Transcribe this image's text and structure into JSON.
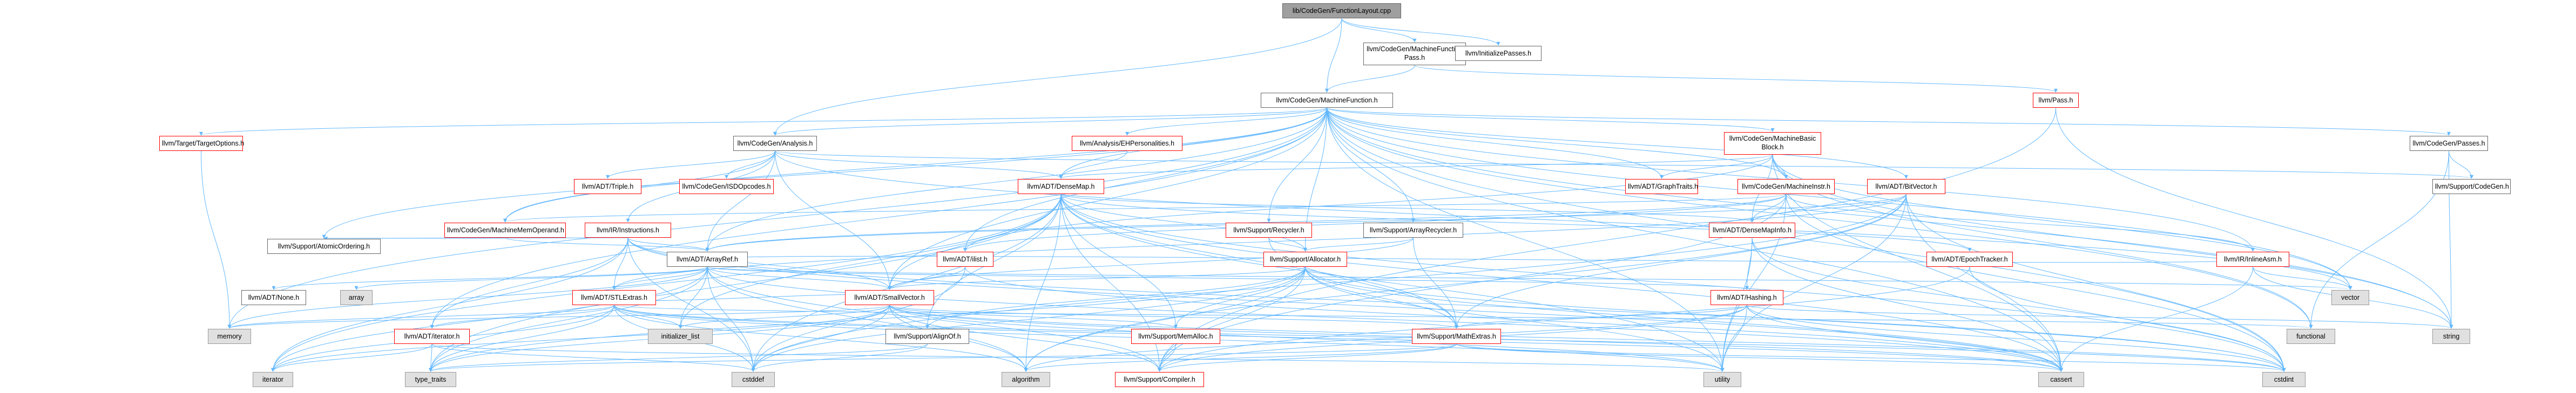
{
  "diagram": {
    "type": "include-dependency-graph",
    "colors": {
      "edge": "#63b8ff",
      "edge_gray": "#bbbbbb",
      "root_fill": "#9f9f9f",
      "red_border": "#ff0000",
      "gray_node_fill": "#e0e0e0"
    },
    "nodes": [
      {
        "id": "n0",
        "label": "lib/CodeGen/FunctionLayout.cpp",
        "style": "root"
      },
      {
        "id": "n1",
        "label": "llvm/CodeGen/MachineFunction Pass.h",
        "style": "plain"
      },
      {
        "id": "n2",
        "label": "llvm/InitializePasses.h",
        "style": "plain"
      },
      {
        "id": "n3",
        "label": "llvm/CodeGen/MachineFunction.h",
        "style": "plain"
      },
      {
        "id": "n4",
        "label": "llvm/Pass.h",
        "style": "red"
      },
      {
        "id": "n5",
        "label": "llvm/Target/TargetOptions.h",
        "style": "red"
      },
      {
        "id": "n6",
        "label": "llvm/CodeGen/Analysis.h",
        "style": "plain"
      },
      {
        "id": "n7",
        "label": "llvm/Analysis/EHPersonalities.h",
        "style": "red"
      },
      {
        "id": "n8",
        "label": "llvm/CodeGen/MachineBasic Block.h",
        "style": "red"
      },
      {
        "id": "n9",
        "label": "llvm/CodeGen/Passes.h",
        "style": "plain"
      },
      {
        "id": "n10",
        "label": "llvm/ADT/Triple.h",
        "style": "red"
      },
      {
        "id": "n11",
        "label": "llvm/CodeGen/ISDOpcodes.h",
        "style": "red"
      },
      {
        "id": "n12",
        "label": "llvm/ADT/DenseMap.h",
        "style": "red"
      },
      {
        "id": "n13",
        "label": "llvm/ADT/GraphTraits.h",
        "style": "red"
      },
      {
        "id": "n14",
        "label": "llvm/CodeGen/MachineInstr.h",
        "style": "red"
      },
      {
        "id": "n15",
        "label": "llvm/ADT/BitVector.h",
        "style": "red"
      },
      {
        "id": "n16",
        "label": "llvm/Support/CodeGen.h",
        "style": "plain"
      },
      {
        "id": "n17",
        "label": "llvm/CodeGen/MachineMemOperand.h",
        "style": "red"
      },
      {
        "id": "n18",
        "label": "llvm/IR/Instructions.h",
        "style": "red"
      },
      {
        "id": "n19",
        "label": "llvm/Support/Recycler.h",
        "style": "red"
      },
      {
        "id": "n20",
        "label": "llvm/Support/ArrayRecycler.h",
        "style": "plain"
      },
      {
        "id": "n21",
        "label": "llvm/ADT/DenseMapInfo.h",
        "style": "red"
      },
      {
        "id": "n22",
        "label": "llvm/Support/AtomicOrdering.h",
        "style": "plain"
      },
      {
        "id": "n23",
        "label": "llvm/ADT/ArrayRef.h",
        "style": "plain"
      },
      {
        "id": "n24",
        "label": "llvm/ADT/ilist.h",
        "style": "red"
      },
      {
        "id": "n25",
        "label": "llvm/Support/Allocator.h",
        "style": "red"
      },
      {
        "id": "n26",
        "label": "llvm/ADT/EpochTracker.h",
        "style": "red"
      },
      {
        "id": "n27",
        "label": "llvm/IR/InlineAsm.h",
        "style": "red"
      },
      {
        "id": "n28",
        "label": "llvm/ADT/None.h",
        "style": "plain"
      },
      {
        "id": "n29",
        "label": "array",
        "style": "gray"
      },
      {
        "id": "n30",
        "label": "llvm/ADT/STLExtras.h",
        "style": "red"
      },
      {
        "id": "n31",
        "label": "llvm/ADT/SmallVector.h",
        "style": "red"
      },
      {
        "id": "n32",
        "label": "llvm/ADT/Hashing.h",
        "style": "red"
      },
      {
        "id": "n33",
        "label": "vector",
        "style": "gray"
      },
      {
        "id": "n34",
        "label": "memory",
        "style": "gray"
      },
      {
        "id": "n35",
        "label": "initializer_list",
        "style": "gray"
      },
      {
        "id": "n36",
        "label": "llvm/Support/AlignOf.h",
        "style": "plain"
      },
      {
        "id": "n37",
        "label": "llvm/Support/MemAlloc.h",
        "style": "red"
      },
      {
        "id": "n38",
        "label": "llvm/Support/MathExtras.h",
        "style": "red"
      },
      {
        "id": "n39",
        "label": "functional",
        "style": "gray"
      },
      {
        "id": "n40",
        "label": "string",
        "style": "gray"
      },
      {
        "id": "n41",
        "label": "llvm/ADT/iterator.h",
        "style": "red"
      },
      {
        "id": "n42",
        "label": "iterator",
        "style": "gray"
      },
      {
        "id": "n43",
        "label": "type_traits",
        "style": "gray"
      },
      {
        "id": "n44",
        "label": "cstddef",
        "style": "gray"
      },
      {
        "id": "n45",
        "label": "algorithm",
        "style": "gray"
      },
      {
        "id": "n46",
        "label": "llvm/Support/Compiler.h",
        "style": "red"
      },
      {
        "id": "n47",
        "label": "utility",
        "style": "gray"
      },
      {
        "id": "n48",
        "label": "cassert",
        "style": "gray"
      },
      {
        "id": "n49",
        "label": "cstdint",
        "style": "gray"
      }
    ],
    "edges": [
      [
        "n0",
        "n1"
      ],
      [
        "n0",
        "n2"
      ],
      [
        "n0",
        "n3"
      ],
      [
        "n0",
        "n6"
      ],
      [
        "n1",
        "n3"
      ],
      [
        "n1",
        "n4"
      ],
      [
        "n3",
        "n5"
      ],
      [
        "n3",
        "n6"
      ],
      [
        "n3",
        "n7"
      ],
      [
        "n3",
        "n8"
      ],
      [
        "n3",
        "n9"
      ],
      [
        "n3",
        "n12"
      ],
      [
        "n3",
        "n13"
      ],
      [
        "n3",
        "n14"
      ],
      [
        "n3",
        "n15"
      ],
      [
        "n3",
        "n17"
      ],
      [
        "n3",
        "n19"
      ],
      [
        "n3",
        "n20"
      ],
      [
        "n3",
        "n22"
      ],
      [
        "n3",
        "n23"
      ],
      [
        "n3",
        "n24"
      ],
      [
        "n3",
        "n25"
      ],
      [
        "n3",
        "n31"
      ],
      [
        "n3",
        "n34"
      ],
      [
        "n3",
        "n33"
      ],
      [
        "n3",
        "n47"
      ],
      [
        "n3",
        "n48"
      ],
      [
        "n3",
        "n49"
      ],
      [
        "n3",
        "n27"
      ],
      [
        "n3",
        "n39"
      ],
      [
        "n3",
        "n40"
      ],
      [
        "n3",
        "n41"
      ],
      [
        "n4",
        "n46"
      ],
      [
        "n4",
        "n40"
      ],
      [
        "n5",
        "n34"
      ],
      [
        "n6",
        "n10"
      ],
      [
        "n6",
        "n11"
      ],
      [
        "n6",
        "n12"
      ],
      [
        "n6",
        "n16"
      ],
      [
        "n6",
        "n18"
      ],
      [
        "n6",
        "n23"
      ],
      [
        "n6",
        "n31"
      ],
      [
        "n6",
        "n33"
      ],
      [
        "n6",
        "n17"
      ],
      [
        "n7",
        "n12"
      ],
      [
        "n8",
        "n13"
      ],
      [
        "n8",
        "n14"
      ],
      [
        "n8",
        "n24"
      ],
      [
        "n8",
        "n12"
      ],
      [
        "n8",
        "n21"
      ],
      [
        "n8",
        "n39"
      ],
      [
        "n8",
        "n40"
      ],
      [
        "n8",
        "n33"
      ],
      [
        "n8",
        "n48"
      ],
      [
        "n9",
        "n16"
      ],
      [
        "n9",
        "n39"
      ],
      [
        "n9",
        "n40"
      ],
      [
        "n12",
        "n21"
      ],
      [
        "n12",
        "n26"
      ],
      [
        "n12",
        "n25"
      ],
      [
        "n12",
        "n31"
      ],
      [
        "n12",
        "n38"
      ],
      [
        "n12",
        "n37"
      ],
      [
        "n12",
        "n36"
      ],
      [
        "n12",
        "n45"
      ],
      [
        "n12",
        "n47"
      ],
      [
        "n12",
        "n35"
      ],
      [
        "n12",
        "n42"
      ],
      [
        "n12",
        "n43"
      ],
      [
        "n12",
        "n44"
      ],
      [
        "n12",
        "n48"
      ],
      [
        "n12",
        "n49"
      ],
      [
        "n12",
        "n46"
      ],
      [
        "n14",
        "n21"
      ],
      [
        "n14",
        "n23"
      ],
      [
        "n14",
        "n24"
      ],
      [
        "n14",
        "n27"
      ],
      [
        "n14",
        "n17"
      ],
      [
        "n14",
        "n47"
      ],
      [
        "n14",
        "n49"
      ],
      [
        "n14",
        "n46"
      ],
      [
        "n15",
        "n21"
      ],
      [
        "n15",
        "n23"
      ],
      [
        "n15",
        "n30"
      ],
      [
        "n15",
        "n38"
      ],
      [
        "n15",
        "n45"
      ],
      [
        "n15",
        "n48"
      ],
      [
        "n15",
        "n49"
      ],
      [
        "n15",
        "n47"
      ],
      [
        "n15",
        "n44"
      ],
      [
        "n17",
        "n22"
      ],
      [
        "n17",
        "n23"
      ],
      [
        "n18",
        "n23"
      ],
      [
        "n18",
        "n22"
      ],
      [
        "n18",
        "n30"
      ],
      [
        "n18",
        "n41"
      ],
      [
        "n18",
        "n31"
      ],
      [
        "n18",
        "n44"
      ],
      [
        "n18",
        "n42"
      ],
      [
        "n18",
        "n49"
      ],
      [
        "n18",
        "n48"
      ],
      [
        "n19",
        "n25"
      ],
      [
        "n19",
        "n38"
      ],
      [
        "n20",
        "n25"
      ],
      [
        "n20",
        "n31"
      ],
      [
        "n20",
        "n38"
      ],
      [
        "n21",
        "n32"
      ],
      [
        "n21",
        "n47"
      ],
      [
        "n21",
        "n48"
      ],
      [
        "n21",
        "n49"
      ],
      [
        "n23",
        "n28"
      ],
      [
        "n23",
        "n29"
      ],
      [
        "n23",
        "n30"
      ],
      [
        "n23",
        "n31"
      ],
      [
        "n23",
        "n32"
      ],
      [
        "n23",
        "n34"
      ],
      [
        "n23",
        "n35"
      ],
      [
        "n23",
        "n42"
      ],
      [
        "n23",
        "n43"
      ],
      [
        "n23",
        "n44"
      ],
      [
        "n23",
        "n45"
      ],
      [
        "n23",
        "n46"
      ],
      [
        "n23",
        "n33"
      ],
      [
        "n23",
        "n48"
      ],
      [
        "n24",
        "n31"
      ],
      [
        "n24",
        "n48"
      ],
      [
        "n24",
        "n44"
      ],
      [
        "n25",
        "n31"
      ],
      [
        "n25",
        "n36"
      ],
      [
        "n25",
        "n37"
      ],
      [
        "n25",
        "n38"
      ],
      [
        "n25",
        "n46"
      ],
      [
        "n25",
        "n45"
      ],
      [
        "n25",
        "n44"
      ],
      [
        "n25",
        "n47"
      ],
      [
        "n25",
        "n48"
      ],
      [
        "n25",
        "n49"
      ],
      [
        "n25",
        "n43"
      ],
      [
        "n26",
        "n46"
      ],
      [
        "n26",
        "n49"
      ],
      [
        "n27",
        "n23"
      ],
      [
        "n27",
        "n33"
      ],
      [
        "n27",
        "n48"
      ],
      [
        "n27",
        "n40"
      ],
      [
        "n30",
        "n41"
      ],
      [
        "n30",
        "n31"
      ],
      [
        "n30",
        "n39"
      ],
      [
        "n30",
        "n34"
      ],
      [
        "n30",
        "n42"
      ],
      [
        "n30",
        "n43"
      ],
      [
        "n30",
        "n44"
      ],
      [
        "n30",
        "n45"
      ],
      [
        "n30",
        "n35"
      ],
      [
        "n30",
        "n47"
      ],
      [
        "n30",
        "n49"
      ],
      [
        "n30",
        "n48"
      ],
      [
        "n31",
        "n38"
      ],
      [
        "n31",
        "n46"
      ],
      [
        "n31",
        "n37"
      ],
      [
        "n31",
        "n45"
      ],
      [
        "n31",
        "n44"
      ],
      [
        "n31",
        "n42"
      ],
      [
        "n31",
        "n43"
      ],
      [
        "n31",
        "n47"
      ],
      [
        "n31",
        "n49"
      ],
      [
        "n31",
        "n48"
      ],
      [
        "n31",
        "n34"
      ],
      [
        "n31",
        "n35"
      ],
      [
        "n32",
        "n38"
      ],
      [
        "n32",
        "n46"
      ],
      [
        "n32",
        "n45"
      ],
      [
        "n32",
        "n48"
      ],
      [
        "n32",
        "n49"
      ],
      [
        "n32",
        "n47"
      ],
      [
        "n32",
        "n40"
      ],
      [
        "n36",
        "n44"
      ],
      [
        "n36",
        "n43"
      ],
      [
        "n37",
        "n46"
      ],
      [
        "n38",
        "n46"
      ],
      [
        "n38",
        "n45"
      ],
      [
        "n38",
        "n48"
      ],
      [
        "n38",
        "n49"
      ],
      [
        "n38",
        "n43"
      ],
      [
        "n41",
        "n42"
      ],
      [
        "n41",
        "n43"
      ],
      [
        "n41",
        "n44"
      ],
      [
        "n41",
        "n47"
      ]
    ]
  }
}
